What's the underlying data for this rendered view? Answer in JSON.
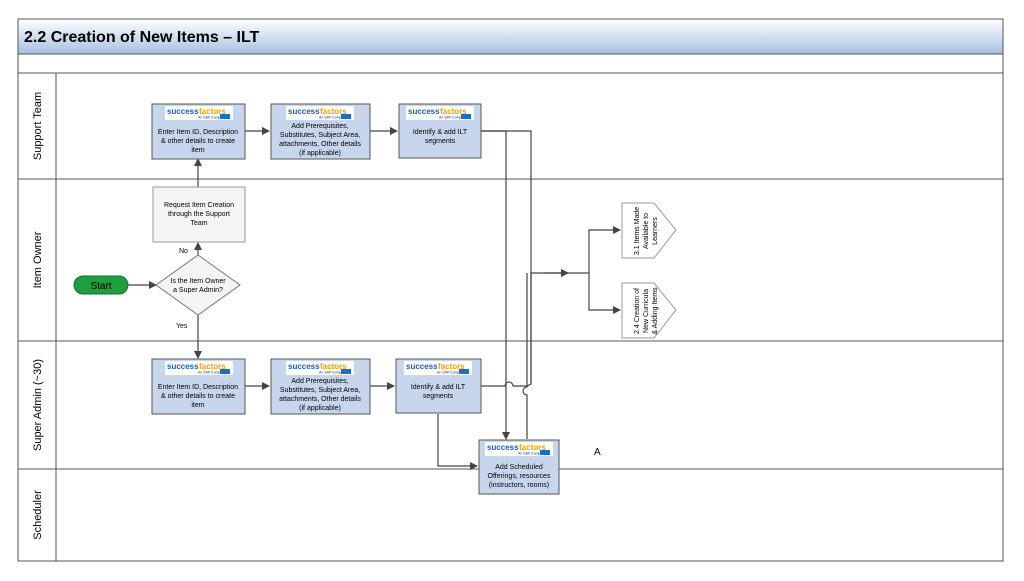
{
  "title": "2.2 Creation of New Items – ILT",
  "lanes": [
    "Support Team",
    "Item Owner",
    "Super Admin (~30)",
    "Scheduler"
  ],
  "logo": {
    "part1": "success",
    "part2": "factors",
    "sub": "An SAP Company",
    "badge": "SAP"
  },
  "start": "Start",
  "support": {
    "box1": [
      "Enter Item ID, Description",
      "& other details to create",
      "item"
    ],
    "box2": [
      "Add Prerequisites,",
      "Substitutes, Subject Area,",
      "attachments, Other details",
      "(if applicable)"
    ],
    "box3": [
      "Identify & add ILT",
      "segments"
    ]
  },
  "owner": {
    "request": [
      "Request Item Creation",
      "through the Support",
      "Team"
    ],
    "decision": [
      "Is the Item Owner",
      "a Super Admin?"
    ],
    "no": "No",
    "yes": "Yes"
  },
  "admin": {
    "box1": [
      "Enter Item ID, Description",
      "& other details to create",
      "item"
    ],
    "box2": [
      "Add Prerequisites,",
      "Substitutes, Subject Area,",
      "attachments, Other details",
      "(if applicable)"
    ],
    "box3": [
      "Identify & add ILT",
      "segments"
    ]
  },
  "scheduler": {
    "box": [
      "Add Scheduled",
      "Offerings, resources",
      "(instructors, rooms)"
    ]
  },
  "offpage": {
    "one": [
      "3.1 Items Made",
      "Available to",
      "Learners"
    ],
    "two": [
      "2.4 Creation of",
      "New Curricula",
      "& Adding Items"
    ]
  },
  "marker": "A",
  "colors": {
    "header_top": "#ffffff",
    "header_bottom": "#a7c1e4",
    "process_fill": "#c7d6ec",
    "start_fill": "#1e9e3f",
    "border": "#555555"
  }
}
